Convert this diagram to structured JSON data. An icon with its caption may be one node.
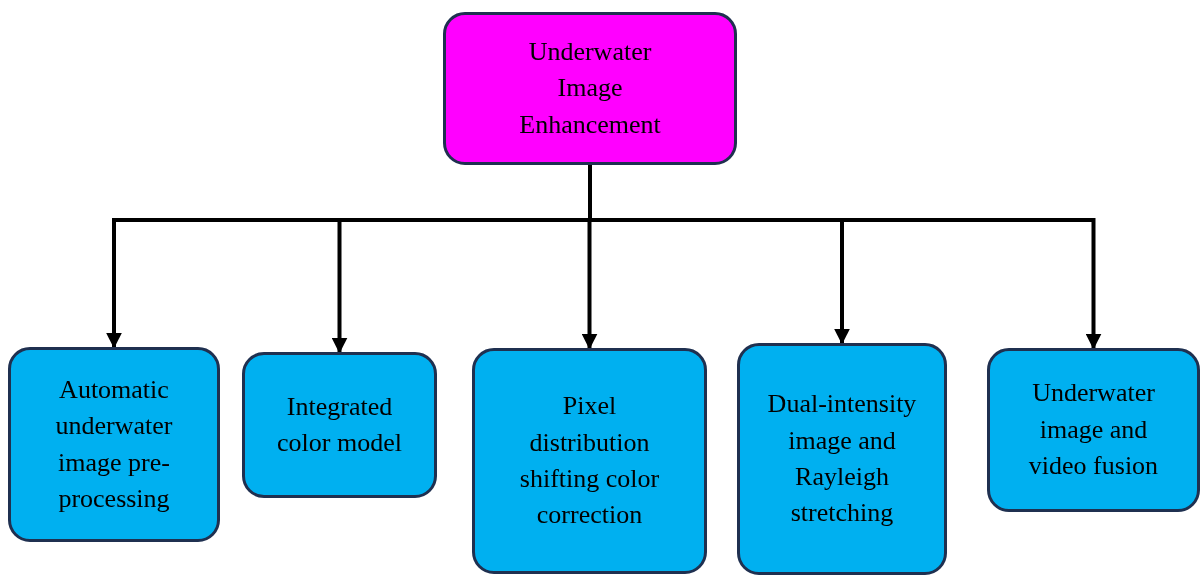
{
  "diagram": {
    "nodes": [
      {
        "text": [
          "Underwater Image Enhancement"
        ]
      },
      {
        "text": [
          "Automatic underwater image pre-processing"
        ]
      },
      {
        "text": [
          "Integrated color model"
        ]
      },
      {
        "text": [
          "Pixel distribution shifting color correction"
        ]
      },
      {
        "text": [
          "Dual-intensity image and Rayleigh stretching"
        ]
      },
      {
        "text": [
          "Underwater image and video fusion"
        ]
      }
    ],
    "edges": [
      {
        "from": 0,
        "to": 1,
        "arrow": "to"
      },
      {
        "from": 0,
        "to": 2,
        "arrow": "to"
      },
      {
        "from": 0,
        "to": 3,
        "arrow": "to"
      },
      {
        "from": 0,
        "to": 4,
        "arrow": "to"
      },
      {
        "from": 0,
        "to": 5,
        "arrow": "to"
      }
    ]
  }
}
